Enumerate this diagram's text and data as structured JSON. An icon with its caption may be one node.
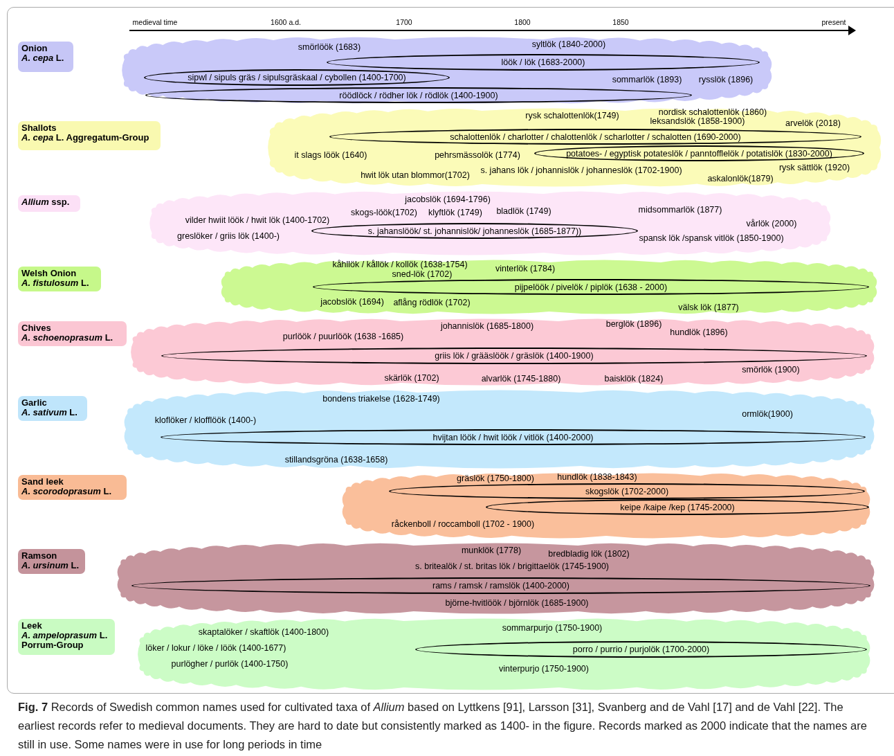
{
  "diagram": {
    "nodes": [
      {
        "text": [
          "Onion",
          "*A. cepa* L."
        ]
      },
      {
        "text": [
          "smörlöök (1683)",
          "syltlök (1840-2000)",
          "sommarlök (1893)",
          "rysslök (1896)"
        ]
      },
      {
        "text": [
          "löök / lök (1683-2000)"
        ],
        "in": 1
      },
      {
        "text": [
          "sipwl / sipuls gräs / sipulsgräskaal / cybollen (1400-1700)"
        ],
        "in": 1
      },
      {
        "text": [
          "röödlöck / rödher lök / rödlök (1400-1900)"
        ],
        "in": 1
      },
      {
        "text": [
          "Shallots",
          "*A. cepa* L. Aggregatum-Group"
        ]
      },
      {
        "text": [
          "rysk schalottenlök(1749)",
          "nordisk schalottenlök (1860)",
          "leksandslök (1858-1900)",
          "arvelök (2018)",
          "it slags löök (1640)",
          "pehrsmässolök (1774)",
          "s. jahans lök / johannislök / johanneslök (1702-1900)",
          "rysk sättlök (1920)",
          "hwit lök utan blommor(1702)",
          "askalonlök(1879)"
        ]
      },
      {
        "text": [
          "schalottenlök / charlotter / chalottenlök / scharlotter / schalotten (1690-2000)"
        ],
        "in": 6
      },
      {
        "text": [
          "potatoes- / egyptisk potateslök / panntofflelök / potatislök (1830-2000)"
        ],
        "in": 6
      },
      {
        "text": [
          "*Allium* ssp."
        ]
      },
      {
        "text": [
          "jacobslök (1694-1796)",
          "skogs-löök(1702)",
          "klyftlök (1749)",
          "bladlök (1749)",
          "midsommarlök (1877)",
          "vilder hwiit löök / hwit lök (1400-1702)",
          "vårlök (2000)",
          "greslöker / griis lök (1400-)",
          "spansk lök /spansk vitlök (1850-1900)"
        ]
      },
      {
        "text": [
          "s. jahanslöök/ st. johannislök/ johanneslök (1685-1877))"
        ],
        "in": 10
      },
      {
        "text": [
          "Welsh Onion",
          "*A. fistulosum* L."
        ]
      },
      {
        "text": [
          "kåhllök / kållök / kollök (1638-1754)",
          "vinterlök (1784)",
          "sned-lök (1702)",
          "jacobslök (1694)",
          "aflång rödlök (1702)",
          "välsk lök (1877)"
        ]
      },
      {
        "text": [
          "pijpelöök / pivelök / piplök (1638 - 2000)"
        ],
        "in": 13
      },
      {
        "text": [
          "Chives",
          "*A. schoenoprasum* L."
        ]
      },
      {
        "text": [
          "johannislök (1685-1800)",
          "berglök (1896)",
          "hundlök (1896)",
          "purlöök / puurlöök (1638 -1685)",
          "smörlök (1900)",
          "skärlök (1702)",
          "alvarlök (1745-1880)",
          "baisklök (1824)"
        ]
      },
      {
        "text": [
          "griis lök / grääslöök / gräslök (1400-1900)"
        ],
        "in": 16
      },
      {
        "text": [
          "Garlic",
          "*A. sativum* L."
        ]
      },
      {
        "text": [
          "bondens triakelse (1628-1749)",
          "ormlök(1900)",
          "kloflöker / klofflöök (1400-)",
          "stillandsgröna (1638-1658)"
        ]
      },
      {
        "text": [
          "hvijtan löök / hwit löök / vitlök (1400-2000)"
        ],
        "in": 19
      },
      {
        "text": [
          "Sand leek",
          "*A. scorodoprasum* L."
        ]
      },
      {
        "text": [
          "gräslök (1750-1800)",
          "hundlök (1838-1843)",
          "råckenboll / roccamboll (1702 - 1900)"
        ]
      },
      {
        "text": [
          "skogslök (1702-2000)"
        ],
        "in": 22
      },
      {
        "text": [
          "keipe /kaipe /kep (1745-2000)"
        ],
        "in": 22
      },
      {
        "text": [
          "Ramson",
          "*A. ursinum* L."
        ]
      },
      {
        "text": [
          "munklök (1778)",
          "bredbladig lök (1802)",
          "s. britealök / st. britas lök / brigittaelök (1745-1900)",
          "björne-hvitlöök / björnlök (1685-1900)"
        ]
      },
      {
        "text": [
          "rams / ramsk / ramslök (1400-2000)"
        ],
        "in": 26
      },
      {
        "text": [
          "Leek",
          "*A. ampeloprasum* L. Porrum-Group"
        ]
      },
      {
        "text": [
          "sommarpurjo (1750-1900)",
          "skaptalöker / skaftlök (1400-1800)",
          "löker / lokur / löke / löök (1400-1677)",
          "purlögher / purlök (1400-1750)",
          "vinterpurjo (1750-1900)"
        ]
      },
      {
        "text": [
          "porro / purrio / purjolök (1700-2000)"
        ],
        "in": 29
      }
    ],
    "labels": [
      "medieval time",
      "1600 a.d.",
      "1700",
      "1800",
      "1850",
      "present"
    ],
    "caption": "**Fig. 7** Records of Swedish common names used for cultivated taxa of *Allium* based on Lyttkens [91], Larsson [31], Svanberg and de Vahl [17] and de Vahl [22]. The earliest records refer to medieval documents. They are hard to date but consistently marked as 1400- in the figure. Records marked as 2000 indicate that the names are still in use. Some names were in use for long periods in time"
  }
}
